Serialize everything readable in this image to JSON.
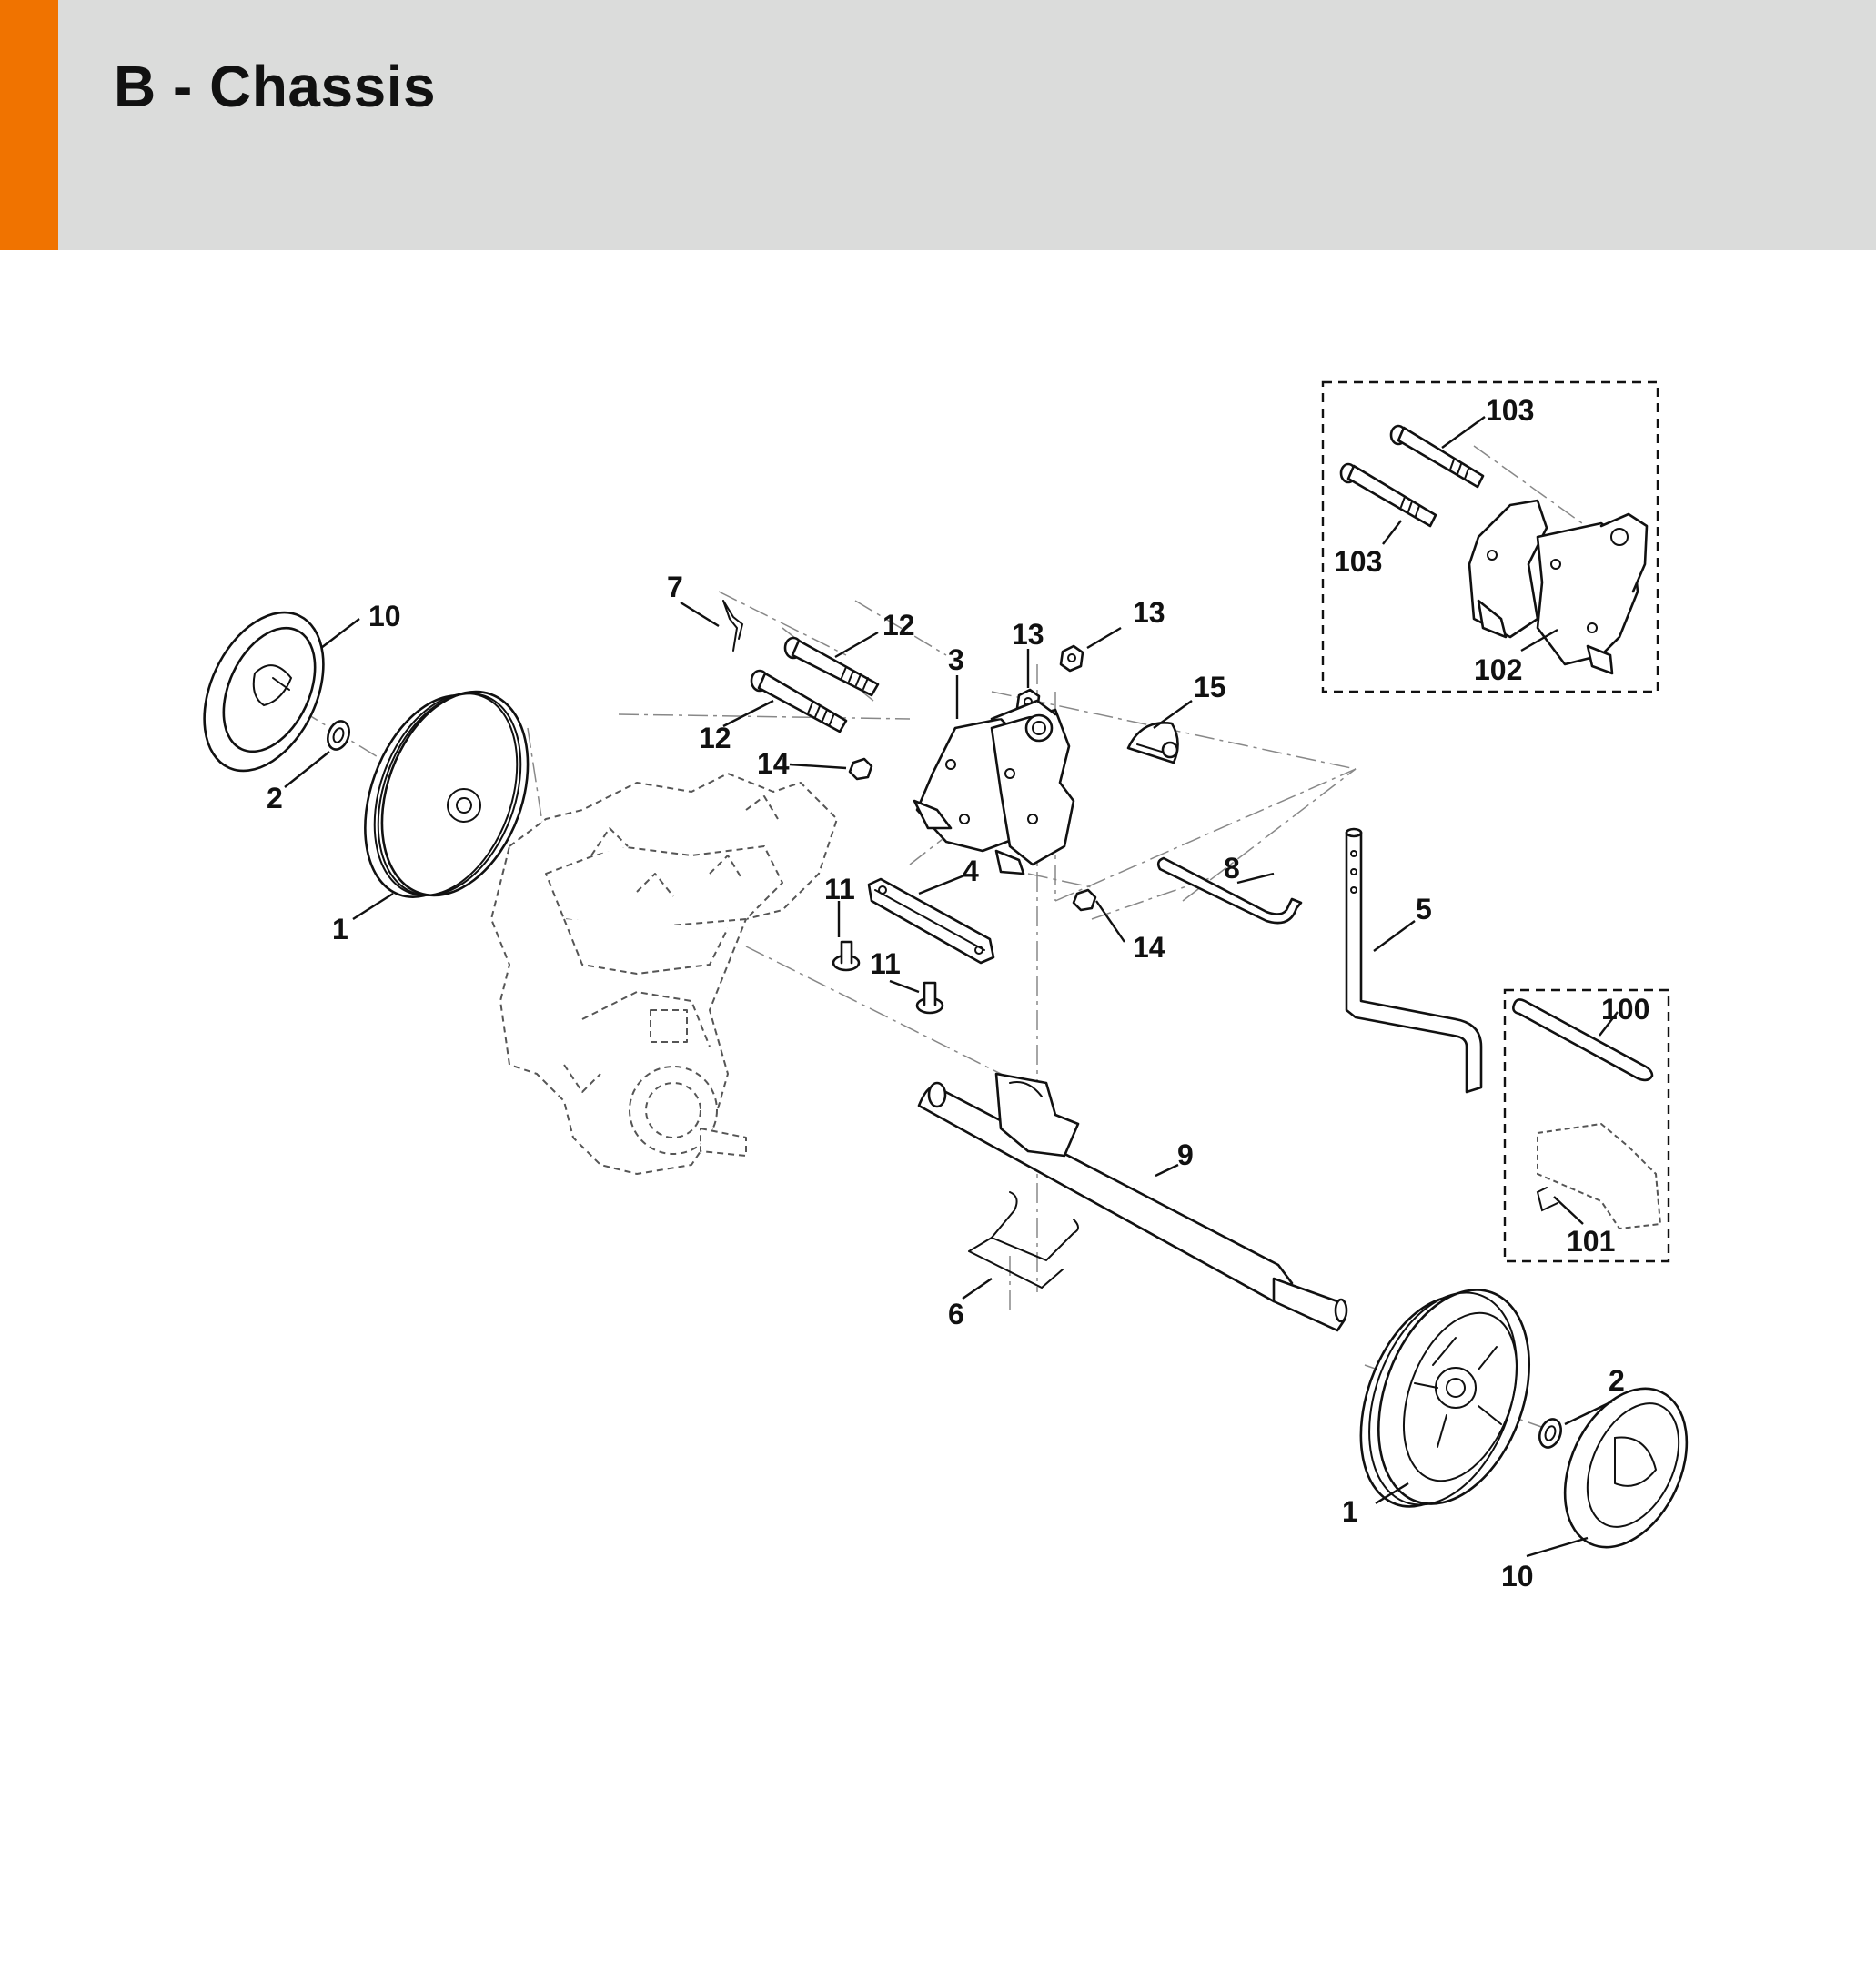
{
  "header": {
    "title": "B - Chassis",
    "accent_color": "#f07300",
    "background_color": "#dbdcdb"
  },
  "callouts": {
    "c1_left": "1",
    "c1_right": "1",
    "c2_left": "2",
    "c2_right": "2",
    "c3": "3",
    "c4": "4",
    "c5": "5",
    "c6": "6",
    "c7": "7",
    "c8": "8",
    "c9": "9",
    "c10_left": "10",
    "c10_right": "10",
    "c11_upper": "11",
    "c11_lower": "11",
    "c12_upper": "12",
    "c12_lower": "12",
    "c13_left": "13",
    "c13_right": "13",
    "c14_upper": "14",
    "c14_lower": "14",
    "c15": "15",
    "c100": "100",
    "c101": "101",
    "c102": "102",
    "c103_upper": "103",
    "c103_lower": "103"
  }
}
